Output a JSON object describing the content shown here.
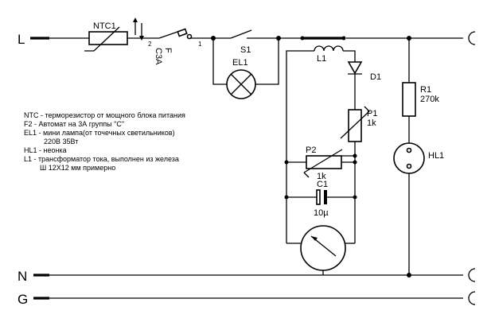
{
  "terminals": {
    "L": "L",
    "N": "N",
    "G": "G"
  },
  "components": {
    "ntc": "NTC1",
    "breaker": {
      "name": "F",
      "rating": "C3A",
      "pin1": "1",
      "pin2": "2"
    },
    "switch": "S1",
    "lamp": "EL1",
    "inductor": "L1",
    "diode": "D1",
    "pot1": {
      "name": "P1",
      "value": "1k"
    },
    "pot2": {
      "name": "P2",
      "value": "1k"
    },
    "cap": {
      "name": "C1",
      "value": "10µ"
    },
    "resistor": {
      "name": "R1",
      "value": "270k"
    },
    "neon": "HL1"
  },
  "notes": [
    "NTC - терморезистор от мощного блока питания",
    "F2 - Автомат на 3А группы \"С\"",
    "EL1 - мини лампа(от точечных светильников)",
    "          220В 35Вт",
    "HL1 - неонка",
    "L1 - трансформатор тока, выполнен из железа",
    "        Ш 12Х12 мм примерно"
  ]
}
